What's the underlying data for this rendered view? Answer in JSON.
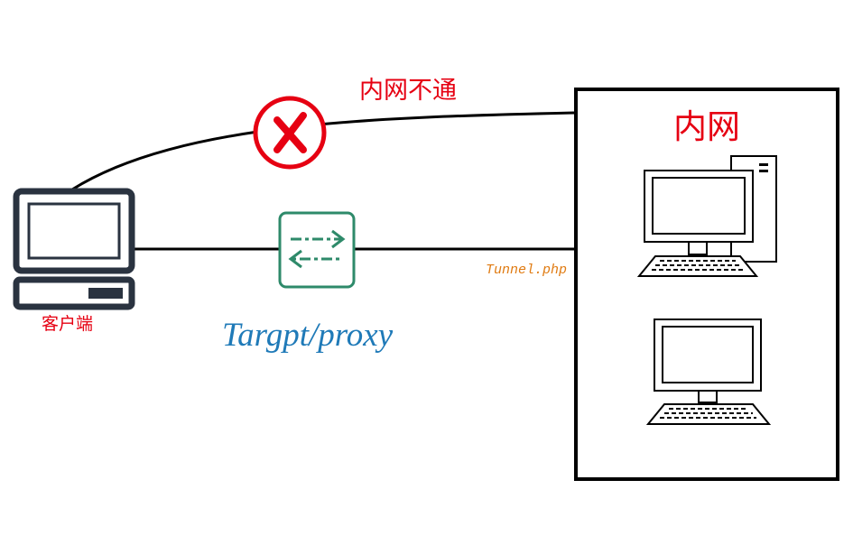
{
  "labels": {
    "blocked": "内网不通",
    "intranet": "内网",
    "client": "客户端",
    "proxy": "Targpt/proxy",
    "tunnel": "Tunnel.php"
  },
  "icons": {
    "client": "laptop-icon",
    "blocked": "blocked-x-icon",
    "proxy": "proxy-swap-icon",
    "intranet_desktop_1": "desktop-computer-icon",
    "intranet_desktop_2": "desktop-computer-icon"
  },
  "colors": {
    "line": "#000000",
    "client_icon": "#2a3340",
    "blocked": "#e60012",
    "proxy_icon": "#2e8a6a",
    "proxy_label": "#1f7ab8",
    "tunnel_label": "#e07b12",
    "intranet_title": "#e60012"
  }
}
